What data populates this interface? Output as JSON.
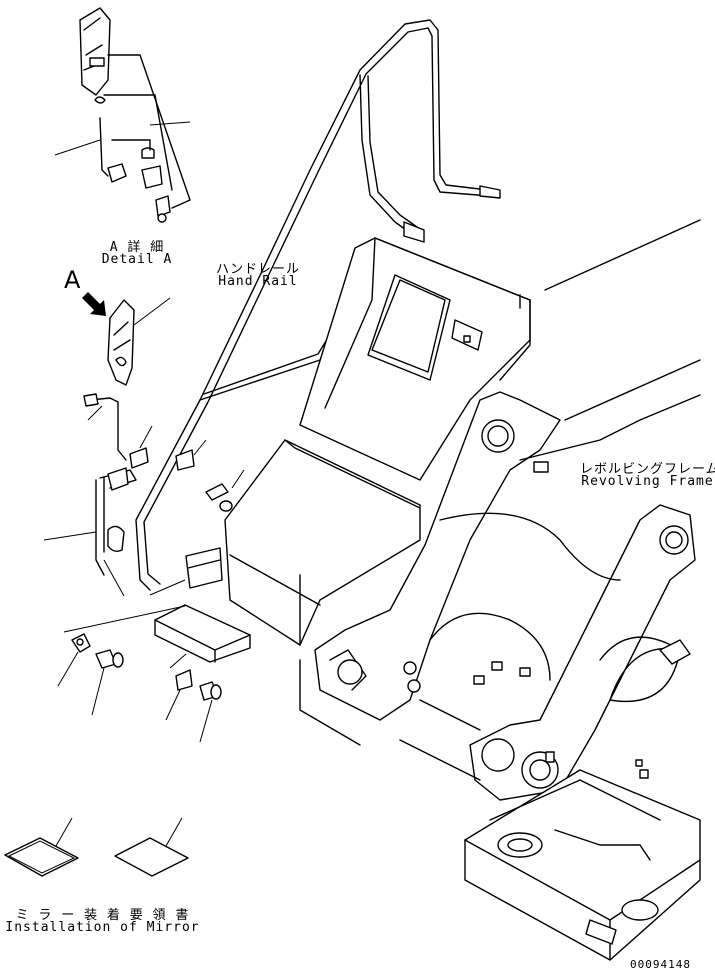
{
  "labels": {
    "detail_a_jp": "A 詳 細",
    "detail_a_en": "Detail A",
    "view_marker": "A",
    "hand_rail_jp": "ハンドレール",
    "hand_rail_en": "Hand Rail",
    "revolving_frame_jp": "レボルビングフレーム",
    "revolving_frame_en": "Revolving Frame",
    "mirror_install_jp": "ミ ラ ー 装 着 要 領 書",
    "mirror_install_en": "Installation of Mirror",
    "drawing_number": "00094148"
  }
}
